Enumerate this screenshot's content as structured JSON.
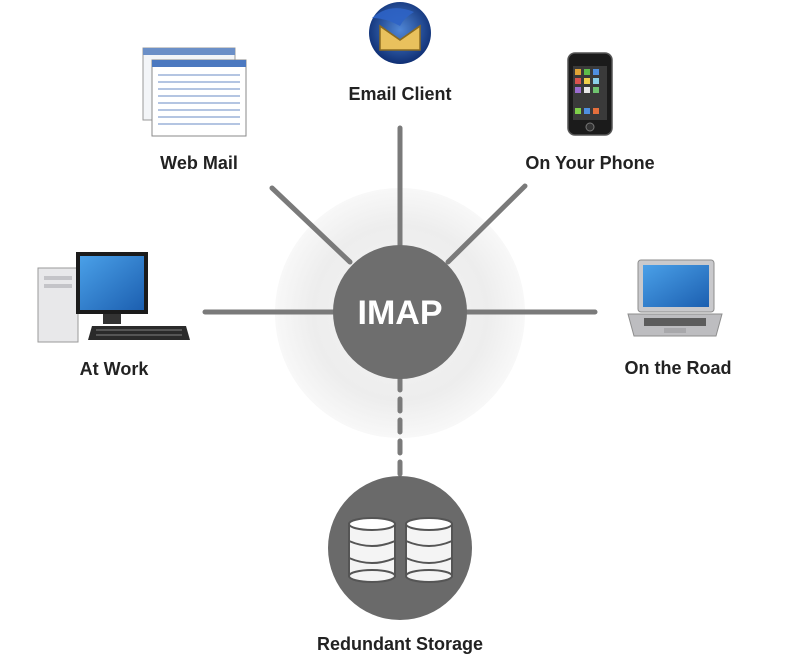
{
  "hub": {
    "label": "IMAP"
  },
  "nodes": {
    "email_client": "Email Client",
    "web_mail": "Web Mail",
    "on_your_phone": "On Your Phone",
    "at_work": "At Work",
    "on_the_road": "On the Road",
    "redundant_storage": "Redundant Storage"
  },
  "colors": {
    "hub": "#6e6e6e",
    "halo": "#ececec",
    "connector": "#7a7a7a",
    "storage": "#6a6a6a"
  }
}
